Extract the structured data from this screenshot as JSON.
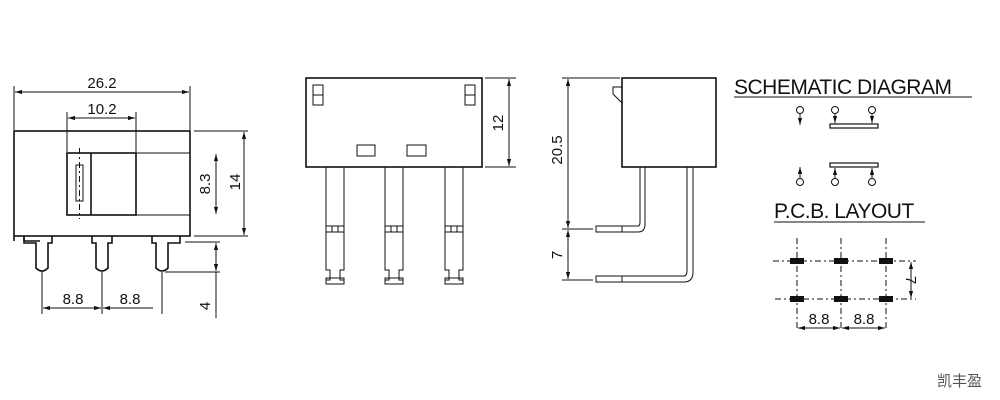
{
  "front_view": {
    "dim_total_width": "26.2",
    "dim_actuator_width": "10.2",
    "dim_actuator_height": "8.3",
    "dim_body_height": "14",
    "dim_pin_length": "4",
    "dim_pin_pitch_left": "8.8",
    "dim_pin_pitch_right": "8.8"
  },
  "rear_view": {
    "dim_body_height": "12"
  },
  "side_view": {
    "dim_overall_height": "20.5",
    "dim_lead_offset": "7"
  },
  "schematic": {
    "title": "SCHEMATIC DIAGRAM"
  },
  "pcb_layout": {
    "title": "P.C.B. LAYOUT",
    "dim_pitch_left": "8.8",
    "dim_pitch_right": "8.8",
    "dim_row_spacing": "7"
  },
  "watermark": "凯丰盈",
  "colors": {
    "line": "#111111",
    "background": "#ffffff"
  }
}
